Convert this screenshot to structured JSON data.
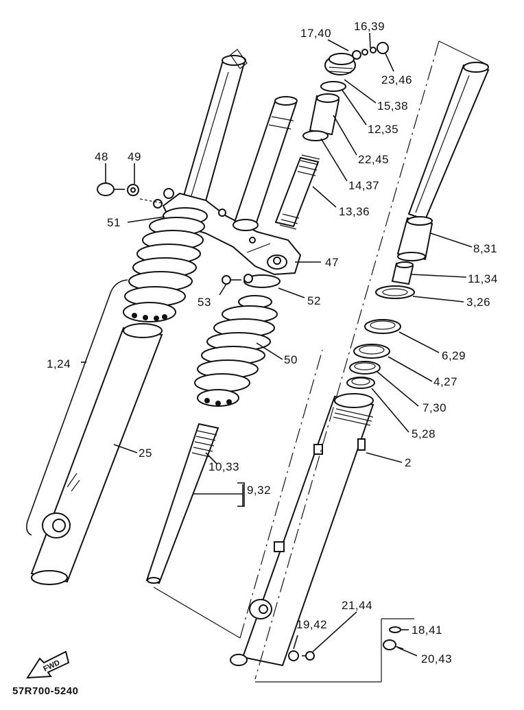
{
  "diagram": {
    "reference_code": "57R700-5240",
    "fwd_label": "FWD",
    "callouts": {
      "c17_40": "17,40",
      "c16_39": "16,39",
      "c23_46": "23,46",
      "c15_38": "15,38",
      "c12_35": "12,35",
      "c22_45": "22,45",
      "c14_37": "14,37",
      "c13_36": "13,36",
      "c48": "48",
      "c49": "49",
      "c51": "51",
      "c47": "47",
      "c53": "53",
      "c52": "52",
      "c8_31": "8,31",
      "c11_34": "11,34",
      "c3_26": "3,26",
      "c6_29": "6,29",
      "c4_27": "4,27",
      "c7_30": "7,30",
      "c5_28": "5,28",
      "c2": "2",
      "c1_24": "1,24",
      "c50": "50",
      "c25": "25",
      "c10_33": "10,33",
      "c9_32": "9,32",
      "c21_44": "21,44",
      "c19_42": "19,42",
      "c18_41": "18,41",
      "c20_43": "20,43"
    }
  }
}
